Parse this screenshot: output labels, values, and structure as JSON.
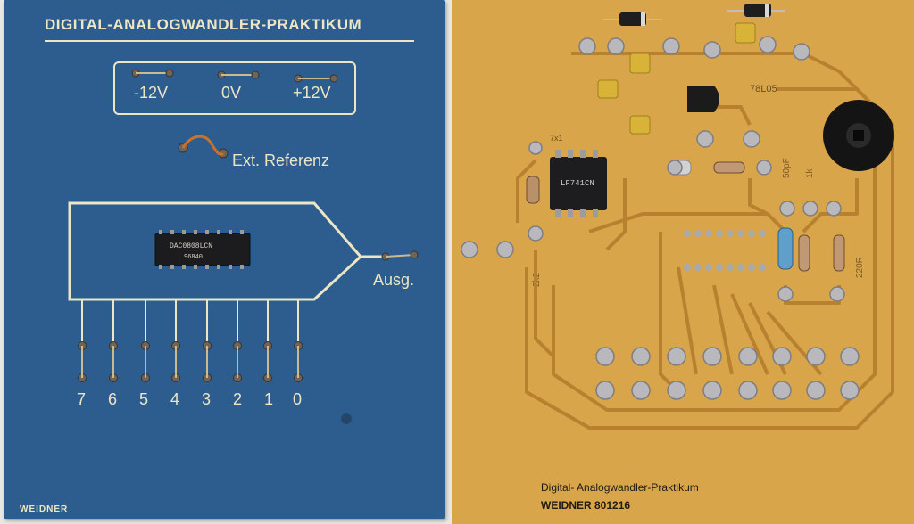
{
  "front_panel": {
    "title": "DIGITAL-ANALOGWANDLER-PRAKTIKUM",
    "power_labels": [
      "-12V",
      "0V",
      "+12V"
    ],
    "ext_reference_label": "Ext. Referenz",
    "output_label": "Ausg.",
    "ic_marking_line1": "DAC0808LCN",
    "ic_marking_line2": "96840",
    "bit_labels": [
      "7",
      "6",
      "5",
      "4",
      "3",
      "2",
      "1",
      "0"
    ],
    "brand": "WEIDNER"
  },
  "pcb": {
    "title": "Digital- Analogwandler-Praktikum",
    "brand_line": "WEIDNER 801216",
    "regulator_label": "78L05",
    "opamp_marking": "LF741CN",
    "silk_labels": {
      "cap": "50pF",
      "r1": "1k",
      "r2": "2k2",
      "r3": "220R",
      "opamp_ref": "7x1"
    }
  },
  "colors": {
    "panel_blue": "#2d5d8f",
    "panel_ink": "#ece6c4",
    "pcb_base": "#d9a54a",
    "copper_trace": "#b8812f",
    "solder": "#b9b9bd"
  }
}
